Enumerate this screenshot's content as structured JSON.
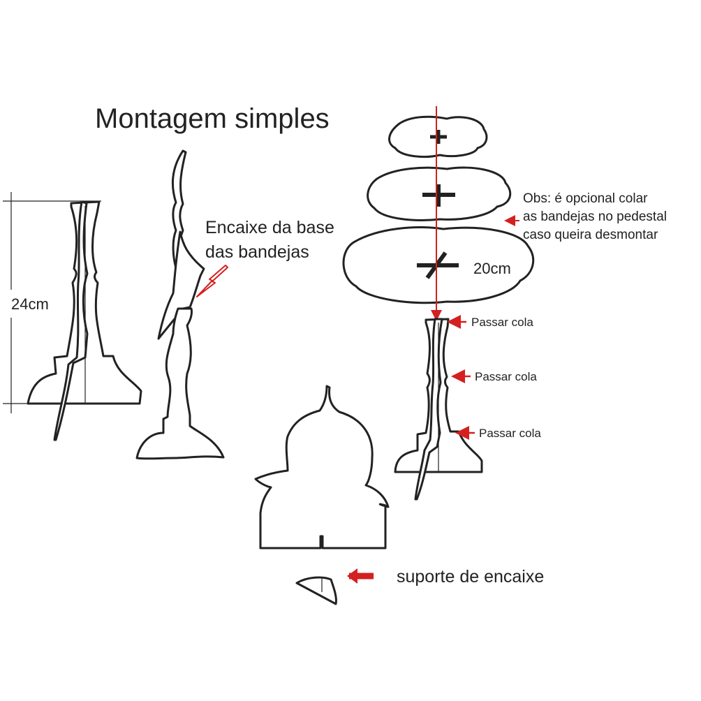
{
  "title": "Montagem simples",
  "labels": {
    "height": "24cm",
    "encaixe": [
      "Encaixe da base",
      "das bandejas"
    ],
    "obs": [
      "Obs: é opcional colar",
      "as bandejas no pedestal",
      "caso queira desmontar"
    ],
    "diameter": "20cm",
    "passar_cola": [
      "Passar cola",
      "Passar cola",
      "Passar cola"
    ],
    "suporte": "suporte de encaixe"
  },
  "colors": {
    "line": "#222222",
    "arrow": "#d42020",
    "axis_line": "#d42020"
  }
}
